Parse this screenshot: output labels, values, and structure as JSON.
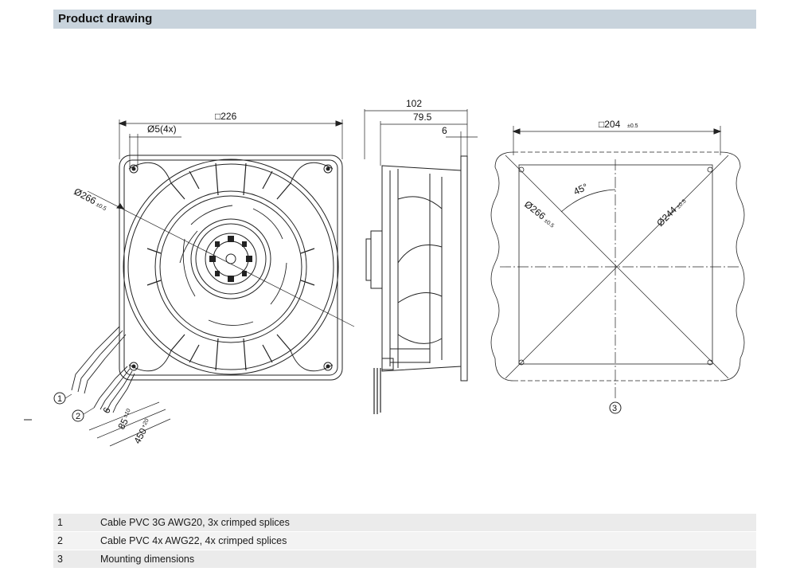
{
  "header": {
    "title": "Product drawing"
  },
  "front_view": {
    "dim_width": "□226",
    "dim_holes": "Ø5(4x)",
    "dim_diameter": "Ø266",
    "dim_diameter_tol": "±0.5",
    "dim_wire_strip": "6",
    "dim_splice": "85",
    "dim_splice_tol": "±10",
    "dim_cable": "450",
    "dim_cable_tol": "+20",
    "callout_1": "1",
    "callout_2": "2"
  },
  "side_view": {
    "dim_depth": "102",
    "dim_body": "79.5",
    "dim_flange": "6"
  },
  "mount_view": {
    "dim_square": "□204",
    "dim_square_tol": "±0.5",
    "dim_angle": "45°",
    "dim_circle": "Ø266",
    "dim_circle_tol": "±0.5",
    "dim_diag": "Ø244",
    "dim_diag_tol": "±0.5",
    "callout_3": "3"
  },
  "legend": [
    {
      "num": "1",
      "text": "Cable PVC 3G AWG20, 3x crimped splices"
    },
    {
      "num": "2",
      "text": "Cable PVC 4x AWG22, 4x crimped splices"
    },
    {
      "num": "3",
      "text": "Mounting dimensions"
    }
  ]
}
